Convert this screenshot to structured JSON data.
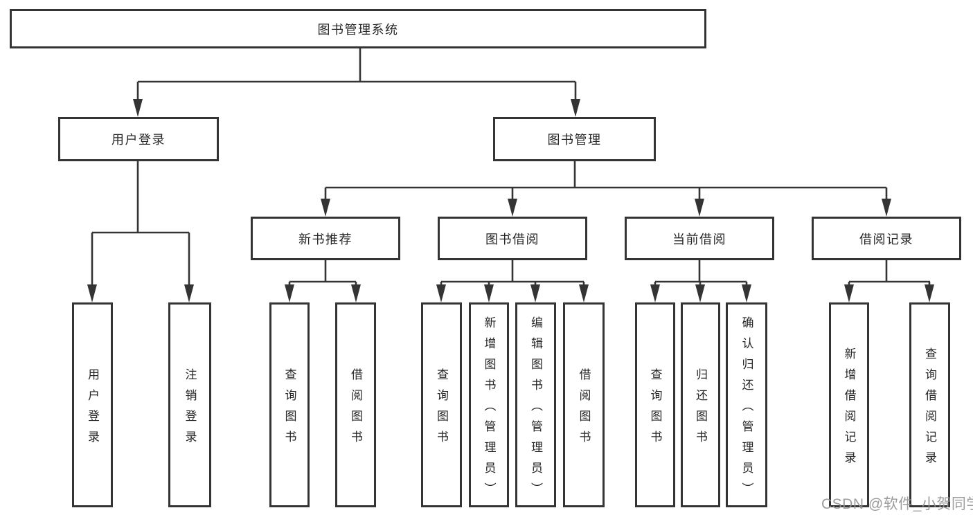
{
  "diagram": {
    "title": "图书管理系统",
    "root": {
      "label": "图书管理系统"
    },
    "level2": [
      {
        "label": "用户登录"
      },
      {
        "label": "图书管理"
      }
    ],
    "level3": [
      {
        "label": "新书推荐"
      },
      {
        "label": "图书借阅"
      },
      {
        "label": "当前借阅"
      },
      {
        "label": "借阅记录"
      }
    ],
    "leaves_login": [
      "用户登录",
      "注销登录"
    ],
    "leaves_recommend": [
      "查询图书",
      "借阅图书"
    ],
    "leaves_borrow": [
      "查询图书",
      "新增图书（管理员）",
      "编辑图书（管理员）",
      "借阅图书"
    ],
    "leaves_current": [
      "查询图书",
      "归还图书",
      "确认归还（管理员）"
    ],
    "leaves_record": [
      "新增借阅记录",
      "查询借阅记录"
    ]
  },
  "watermark": {
    "text": "CSDN @软件_小贺同学"
  },
  "colors": {
    "line": "#343434",
    "text": "#262626",
    "background": "#ffffff",
    "watermark": "#949494"
  }
}
